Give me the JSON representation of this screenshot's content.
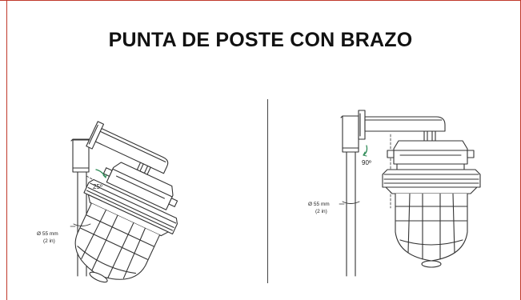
{
  "title": "PUNTA DE POSTE CON BRAZO",
  "colors": {
    "accent_border": "#c0392b",
    "angle_arc": "#2e8b57",
    "line": "#333333"
  },
  "left_figure": {
    "angle_label": "25º",
    "diameter_label": "Ø 55 mm",
    "diameter_unit_label": "(2 in)"
  },
  "right_figure": {
    "angle_label": "90º",
    "diameter_label": "Ø 55 mm",
    "diameter_unit_label": "(2 in)"
  }
}
